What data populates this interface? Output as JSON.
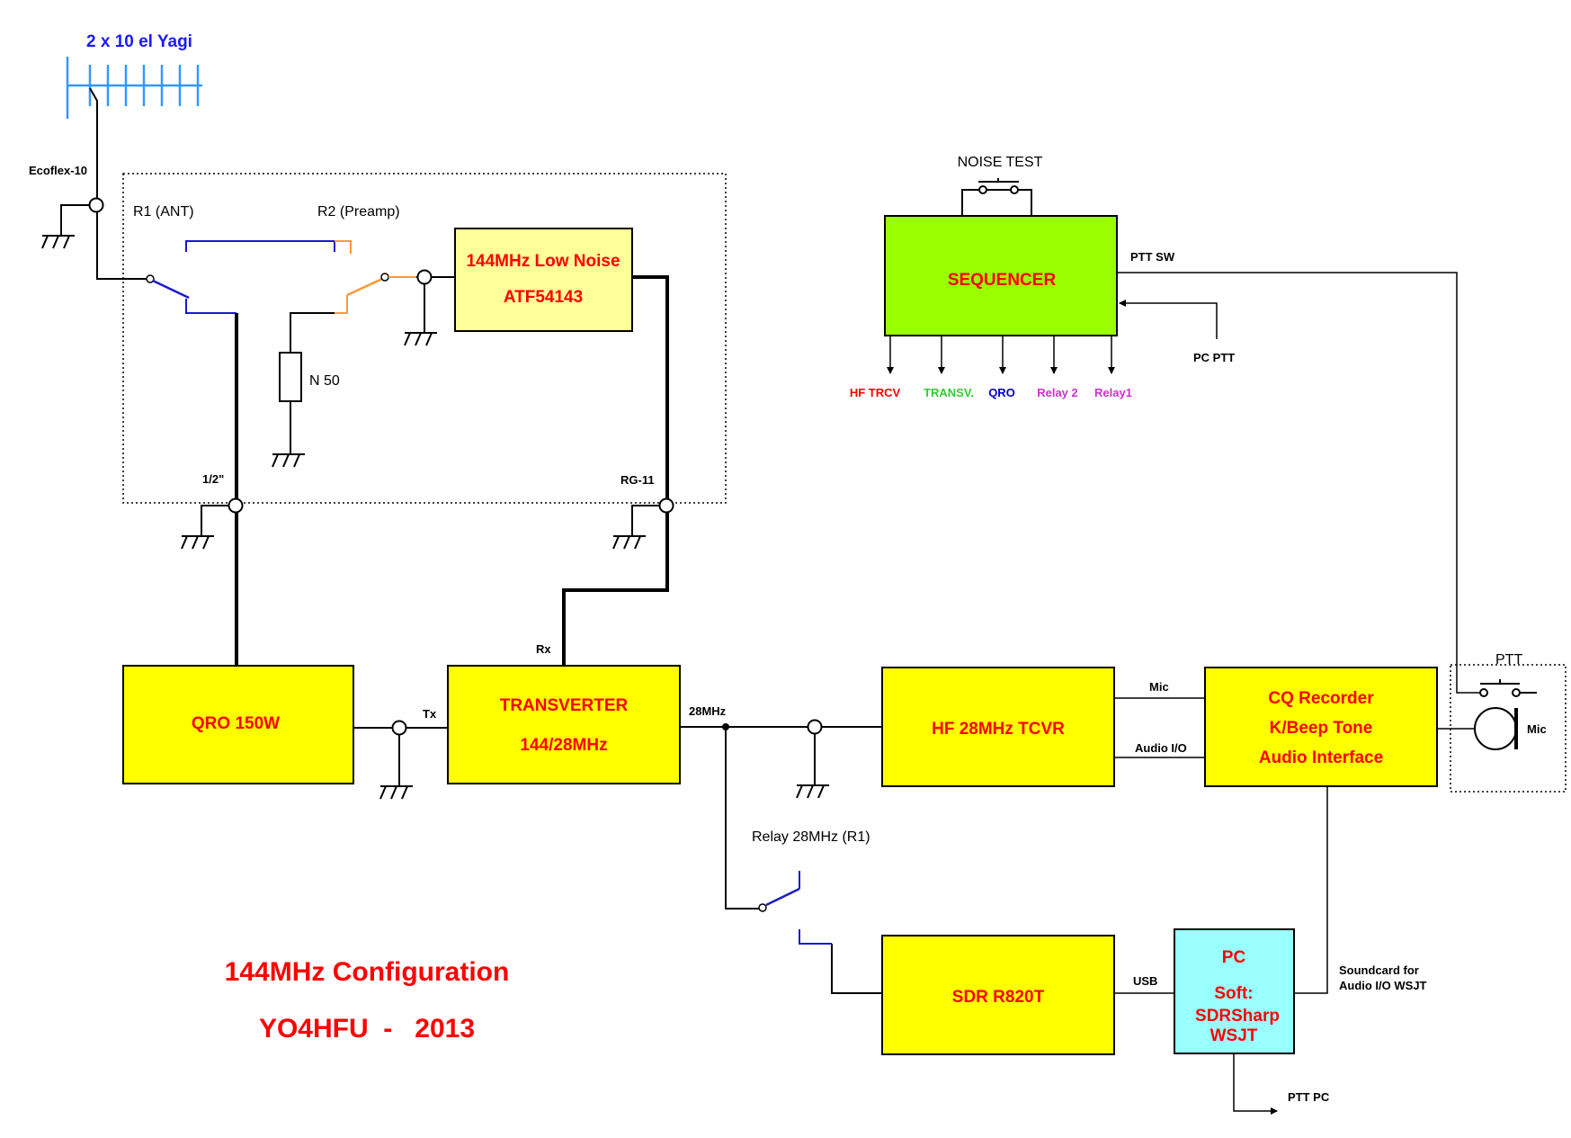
{
  "antenna": {
    "label": "2 x 10 el Yagi"
  },
  "cables": {
    "ecoflex": "Ecoflex-10",
    "half_inch": "1/2\"",
    "rg11": "RG-11"
  },
  "relays": {
    "r1": "R1 (ANT)",
    "r2": "R2 (Preamp)",
    "relay28": "Relay 28MHz (R1)"
  },
  "load": "N  50",
  "blocks": {
    "lna": {
      "line1": "144MHz Low Noise",
      "line2": "ATF54143"
    },
    "sequencer": "SEQUENCER",
    "qro": "QRO 150W",
    "transverter": {
      "line1": "TRANSVERTER",
      "line2": "144/28MHz"
    },
    "hf_tcvr": "HF 28MHz TCVR",
    "cq": {
      "line1": "CQ Recorder",
      "line2": "K/Beep Tone",
      "line3": "Audio Interface"
    },
    "sdr": "SDR R820T",
    "pc": {
      "line1": "PC",
      "line2": "Soft:",
      "line3": "SDRSharp",
      "line4": "WSJT"
    }
  },
  "noise_test": "NOISE TEST",
  "sequencer_outputs": [
    {
      "label": "HF TRCV",
      "color": "#ff0000"
    },
    {
      "label": "TRANSV.",
      "color": "#33cc33"
    },
    {
      "label": "QRO",
      "color": "#0000cc"
    },
    {
      "label": "Relay 2",
      "color": "#cc33cc"
    },
    {
      "label": "Relay1",
      "color": "#cc33cc"
    }
  ],
  "signals": {
    "ptt_sw": "PTT SW",
    "pc_ptt": "PC PTT",
    "tx": "Tx",
    "rx": "Rx",
    "mhz28": "28MHz",
    "mic": "Mic",
    "audio_io": "Audio I/O",
    "usb": "USB",
    "soundcard_line1": "Soundcard for",
    "soundcard_line2": "Audio I/O WSJT",
    "ptt_pc": "PTT PC",
    "ptt": "PTT",
    "mic_right": "Mic"
  },
  "title": {
    "line1": "144MHz Configuration",
    "line2": "YO4HFU  -   2013"
  },
  "colors": {
    "block_yellow": "#ffff00",
    "lna_fill": "#ffff99",
    "sequencer_green": "#99ff00",
    "pc_cyan": "#99ffff",
    "text_red": "#ff0000",
    "antenna_blue": "#3399ff",
    "label_blue": "#1a1aff",
    "relay_blue": "#1a1acc",
    "relay_orange": "#ff9933"
  }
}
